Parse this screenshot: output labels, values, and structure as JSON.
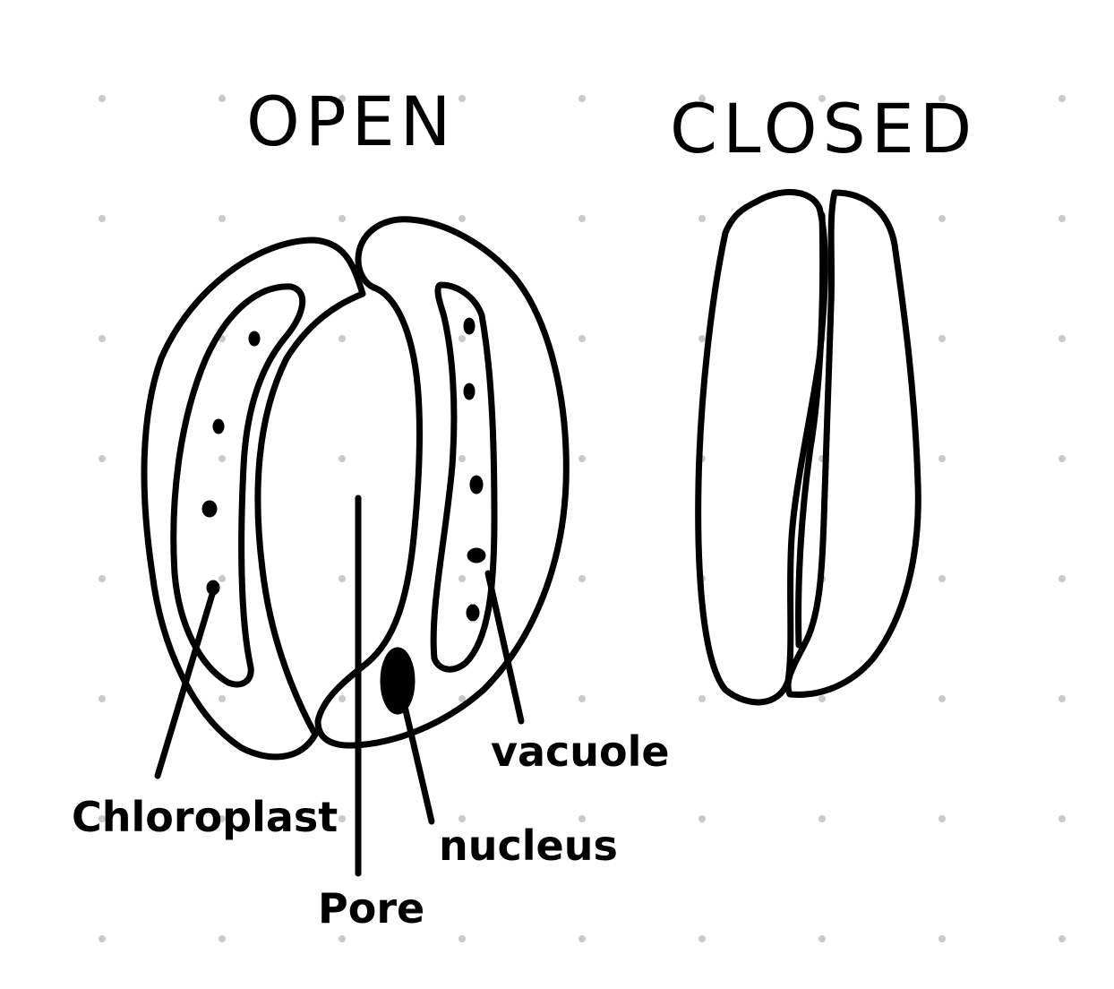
{
  "headings": {
    "open": "OPEN",
    "closed": "CLOSED"
  },
  "labels": {
    "chloroplast": "Chloroplast",
    "pore": "Pore",
    "nucleus": "nucleus",
    "vacuole": "vacuole"
  },
  "colors": {
    "ink": "#000000",
    "background": "#ffffff",
    "grid_dot": "#c9c9c9"
  },
  "background": "dot-grid"
}
